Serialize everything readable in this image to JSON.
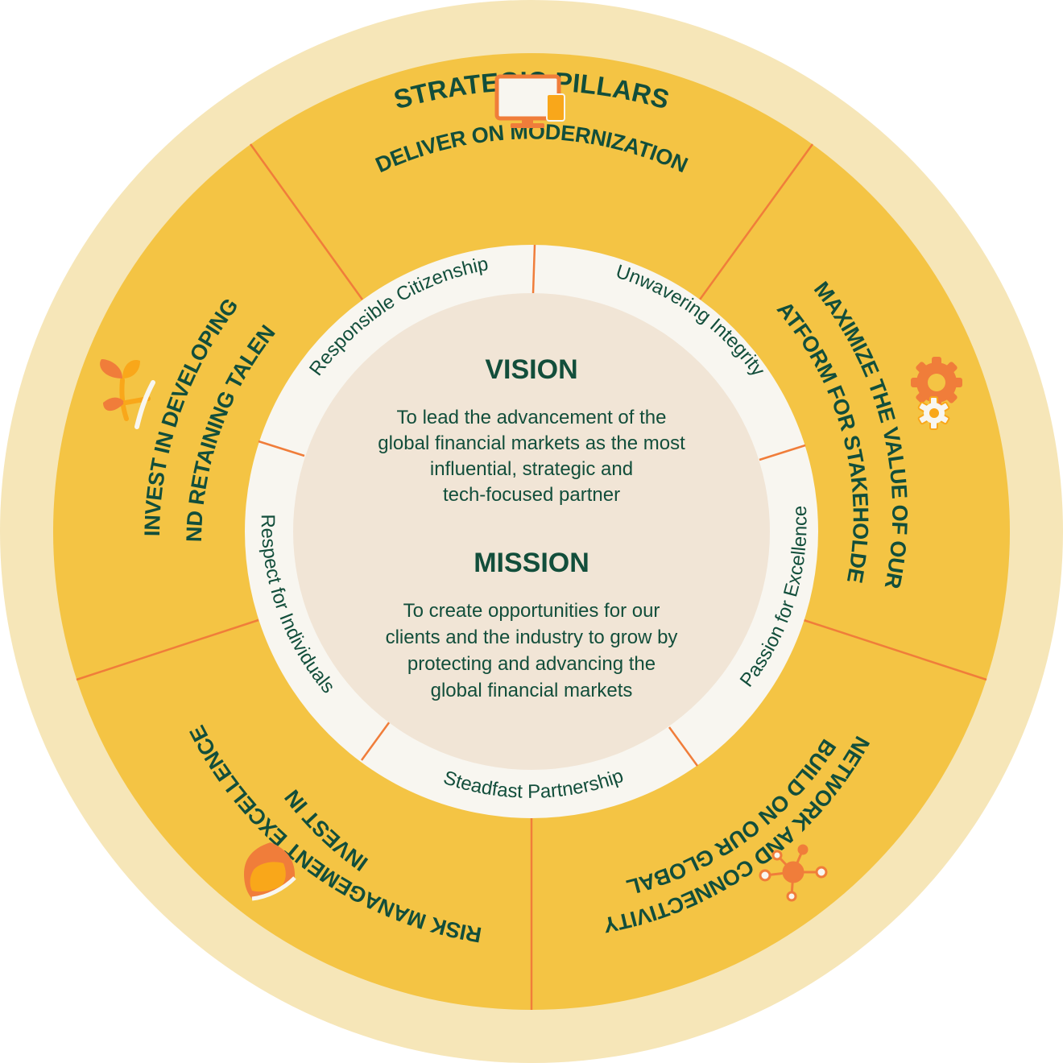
{
  "title": "STRATEGIC PILLARS",
  "colors": {
    "outer_ring": "#f6e6b8",
    "pillar_ring": "#f4c444",
    "divider": "#f07d3a",
    "values_ring": "#f8f6f0",
    "core": "#f1e5d6",
    "text": "#124e3b",
    "icon_orange": "#f07d3a",
    "icon_amber": "#f9a71a"
  },
  "pillars": [
    {
      "lines": [
        "DELIVER ON MODERNIZATION"
      ],
      "icon": "monitor-icon"
    },
    {
      "lines": [
        "MAXIMIZE THE VALUE OF OUR",
        "PLATFORM FOR STAKEHOLDERS"
      ],
      "icon": "gears-icon"
    },
    {
      "lines": [
        "BUILD ON OUR GLOBAL",
        "NETWORK AND CONNECTIVITY"
      ],
      "icon": "network-icon"
    },
    {
      "lines": [
        "INVEST IN",
        "RISK MANAGEMENT EXCELLENCE"
      ],
      "icon": "shield-icon"
    },
    {
      "lines": [
        "INVEST IN DEVELOPING",
        "AND RETAINING TALENT"
      ],
      "icon": "sprout-icon"
    }
  ],
  "values": [
    "Responsible Citizenship",
    "Unwavering Integrity",
    "Passion for Excellence",
    "Steadfast Partnership",
    "Respect for Individuals"
  ],
  "vision": {
    "heading": "VISION",
    "lines": [
      "To lead the advancement of the",
      "global financial markets as the most",
      "influential, strategic and",
      "tech-focused partner"
    ]
  },
  "mission": {
    "heading": "MISSION",
    "lines": [
      "To create opportunities for our",
      "clients and the industry to grow by",
      "protecting and advancing the",
      "global financial markets"
    ]
  }
}
